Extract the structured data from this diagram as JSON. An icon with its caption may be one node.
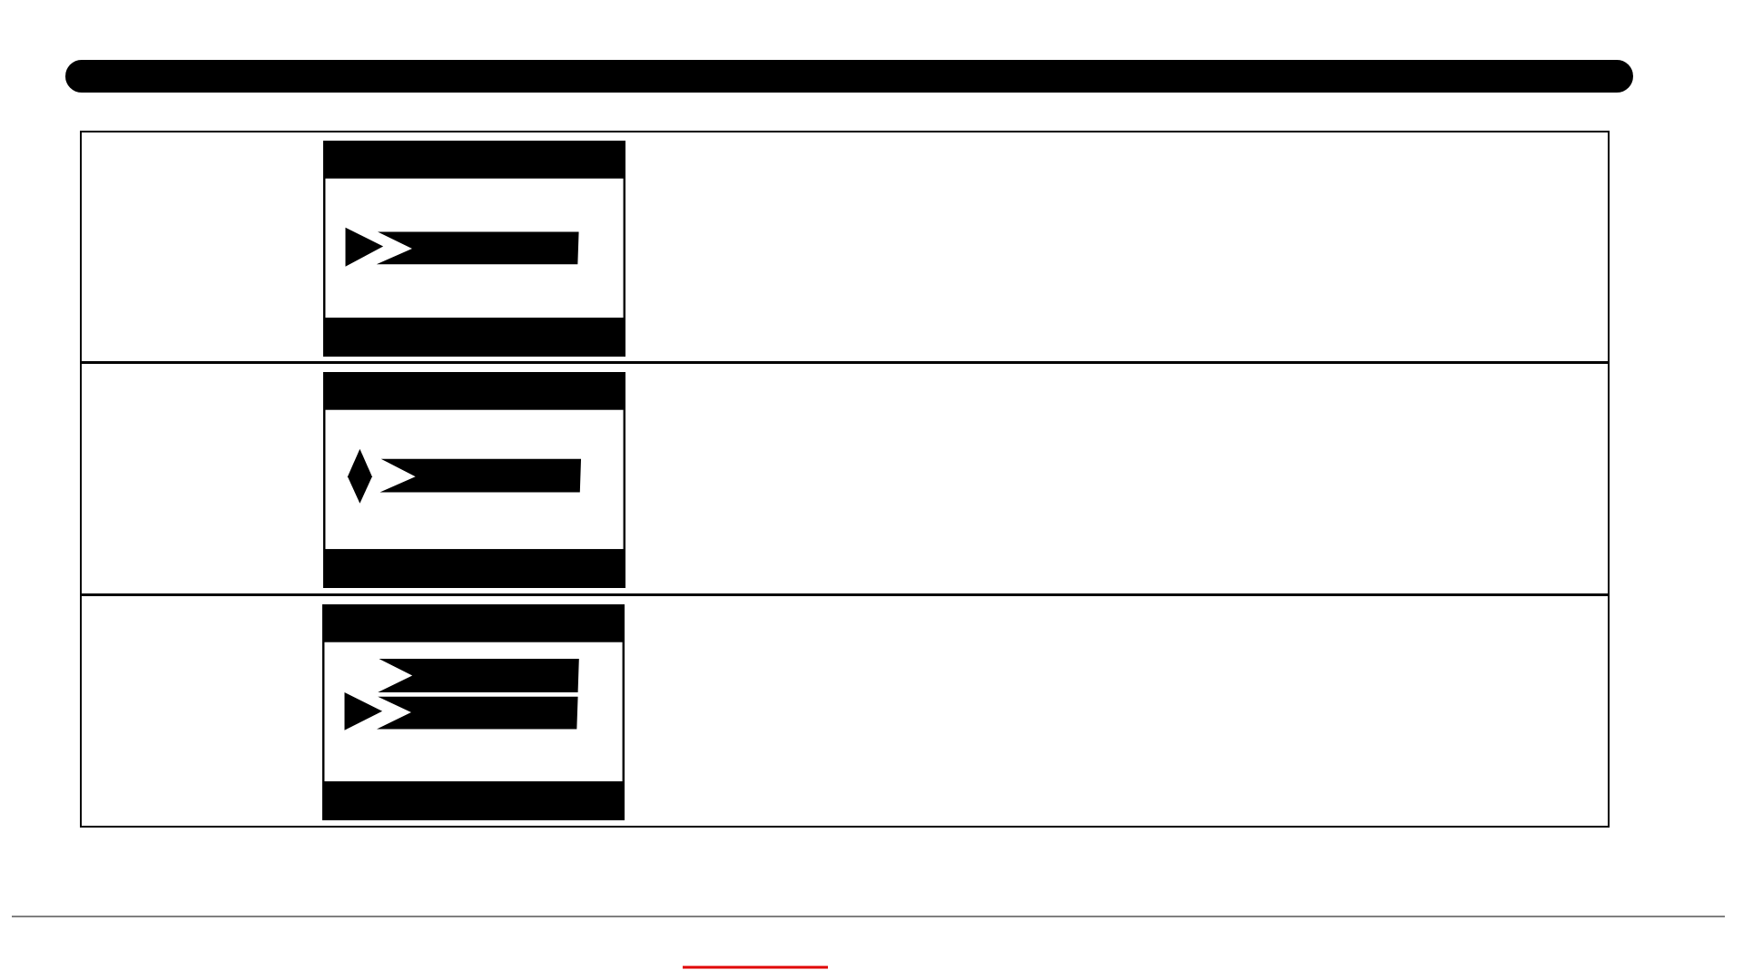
{
  "diagram": {
    "nodes": [
      {
        "text": [],
        "shape": "box"
      },
      {
        "text": [],
        "shape": "picture",
        "in": 0
      },
      {
        "text": [],
        "shape": "box"
      },
      {
        "text": [],
        "shape": "picture",
        "in": 2
      },
      {
        "text": [],
        "shape": "box"
      },
      {
        "text": [],
        "shape": "picture",
        "in": 4
      }
    ]
  }
}
